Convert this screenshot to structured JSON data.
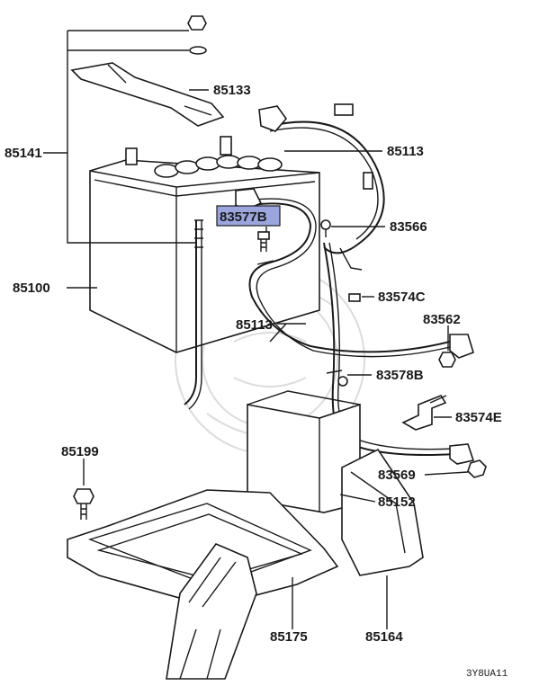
{
  "diagram": {
    "code": "3Y8UA11",
    "highlight_color": "#9ba6df",
    "labels": {
      "l85133": "85133",
      "l85141": "85141",
      "l85113a": "85113",
      "l85100": "85100",
      "l83577B": "83577B",
      "l83566": "83566",
      "l85113b": "85113",
      "l83574C": "83574C",
      "l83562": "83562",
      "l83578B": "83578B",
      "l83574E": "83574E",
      "l85199": "85199",
      "l83569": "83569",
      "l85152": "85152",
      "l85175": "85175",
      "l85164": "85164"
    }
  }
}
